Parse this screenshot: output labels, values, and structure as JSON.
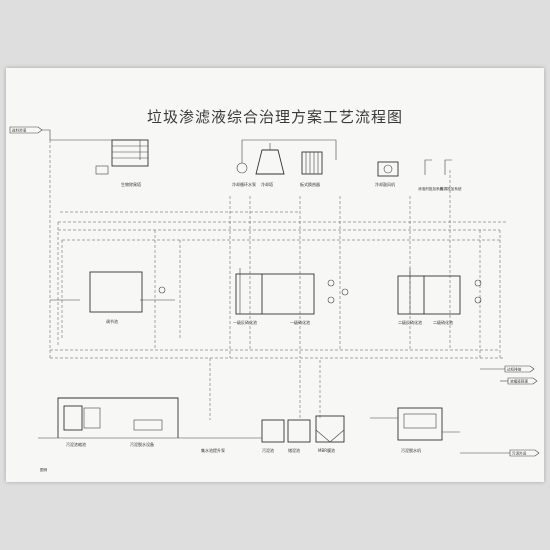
{
  "diagram": {
    "title": "垃圾渗滤液综合治理方案工艺流程图",
    "labels": {
      "inflow": "进料渗液",
      "bio_deodor": "生物除臭塔",
      "cooling_pump": "冷却循环水泵",
      "cooling_tower": "冷却塔",
      "plate_heat": "板式换热器",
      "blower": "冷却鼓风机",
      "acid_dosing": "消泡剂投加系统",
      "base_dosing": "碳源投加系统",
      "regulating_tank": "调节池",
      "primary_anoxic": "一级反硝化池",
      "primary_nitri": "一级硝化池",
      "secondary_anoxic": "二级反硝化池",
      "secondary_nitri": "二级硝化池",
      "effluent_1": "达标排放",
      "effluent_2": "浓缩液回灌",
      "effluent_3": "污泥外运",
      "sludge_tank": "污泥浓缩池",
      "sludge_dewater": "污泥脱水设备",
      "ww_pump": "集水池提升泵",
      "buffer": "污泥池",
      "sludge_store": "储泥池",
      "mbr_tank": "MBR膜池",
      "filter": "污泥脱水机",
      "legend": "图例"
    }
  }
}
